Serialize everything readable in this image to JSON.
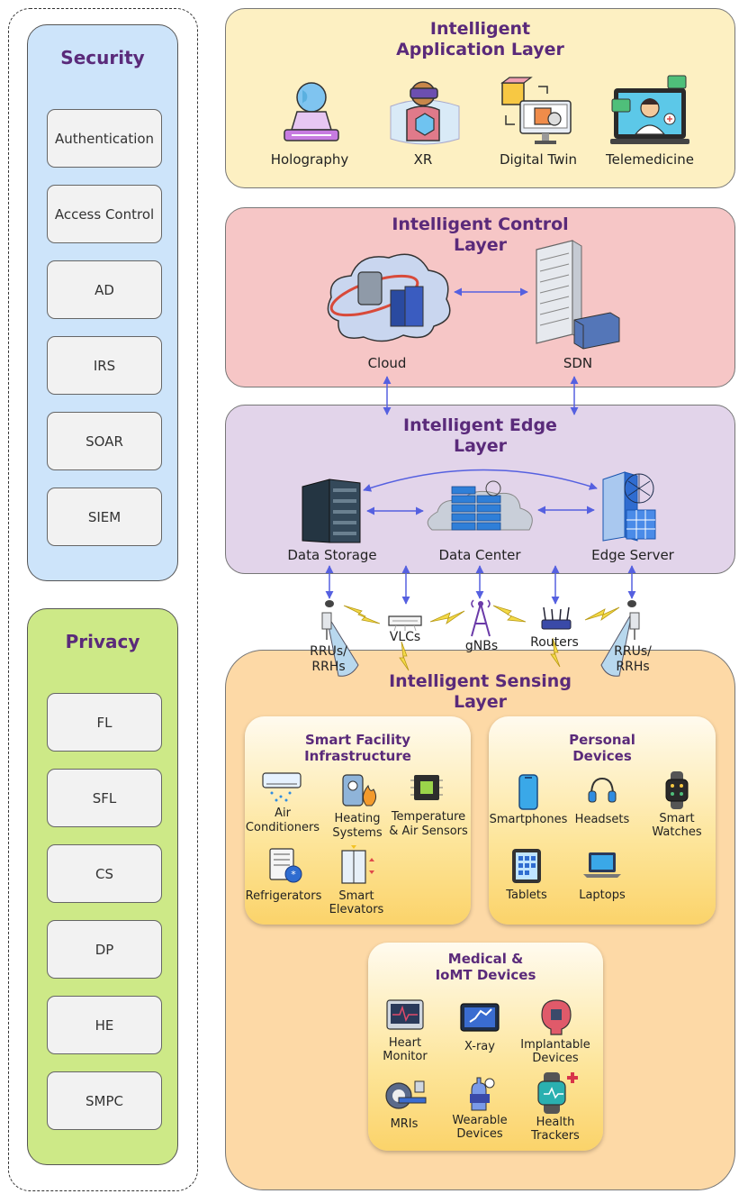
{
  "security": {
    "title": "Security",
    "items": [
      "Authentication",
      "Access Control",
      "AD",
      "IRS",
      "SOAR",
      "SIEM"
    ]
  },
  "privacy": {
    "title": "Privacy",
    "items": [
      "FL",
      "SFL",
      "CS",
      "DP",
      "HE",
      "SMPC"
    ]
  },
  "application_layer": {
    "title_line1": "Intelligent",
    "title_line2": "Application Layer",
    "items": [
      "Holography",
      "XR",
      "Digital Twin",
      "Telemedicine"
    ]
  },
  "control_layer": {
    "title_line1": "Intelligent Control",
    "title_line2": "Layer",
    "items": [
      "Cloud",
      "SDN"
    ]
  },
  "edge_layer": {
    "title_line1": "Intelligent Edge",
    "title_line2": "Layer",
    "items": [
      "Data Storage",
      "Data Center",
      "Edge Server"
    ]
  },
  "access": {
    "rrus_left": [
      "RRUs/",
      "RRHs"
    ],
    "vlcs": "VLCs",
    "gnbs": "gNBs",
    "routers": "Routers",
    "rrus_right": [
      "RRUs/",
      "RRHs"
    ]
  },
  "sensing_layer": {
    "title_line1": "Intelligent Sensing",
    "title_line2": "Layer",
    "smart_facility": {
      "title_line1": "Smart Facility",
      "title_line2": "Infrastructure",
      "items": [
        [
          "Air",
          "Conditioners"
        ],
        [
          "Heating",
          "Systems"
        ],
        [
          "Temperature",
          "& Air Sensors"
        ],
        [
          "Refrigerators"
        ],
        [
          "Smart",
          "Elevators"
        ]
      ]
    },
    "personal_devices": {
      "title_line1": "Personal",
      "title_line2": "Devices",
      "items": [
        [
          "Smartphones"
        ],
        [
          "Headsets"
        ],
        [
          "Smart",
          "Watches"
        ],
        [
          "Tablets"
        ],
        [
          "Laptops"
        ]
      ]
    },
    "medical": {
      "title_line1": "Medical &",
      "title_line2": "IoMT Devices",
      "items": [
        [
          "Heart",
          "Monitor"
        ],
        [
          "X-ray"
        ],
        [
          "Implantable",
          "Devices"
        ],
        [
          "MRIs"
        ],
        [
          "Wearable",
          "Devices"
        ],
        [
          "Health",
          "Trackers"
        ]
      ]
    }
  }
}
